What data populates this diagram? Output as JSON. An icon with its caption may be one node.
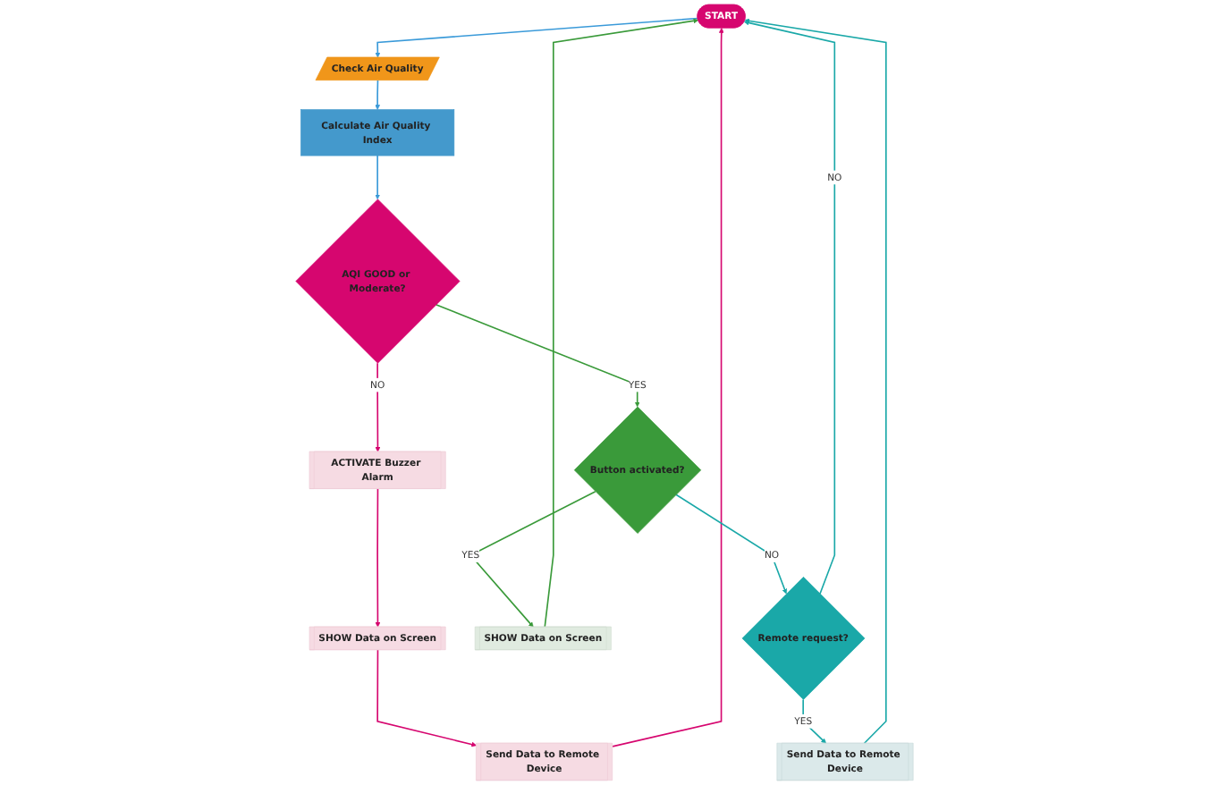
{
  "diagram": {
    "nodes": [
      {
        "text": [
          "START"
        ]
      },
      {
        "text": [
          "Check Air Quality"
        ]
      },
      {
        "text": [
          "Calculate Air Quality Index"
        ]
      },
      {
        "text": [
          "AQI GOOD or Moderate?"
        ]
      },
      {
        "text": [
          "ACTIVATE Buzzer Alarm"
        ]
      },
      {
        "text": [
          "SHOW Data on Screen"
        ]
      },
      {
        "text": [
          "Send Data to Remote Device"
        ]
      },
      {
        "text": [
          "Button activated?"
        ]
      },
      {
        "text": [
          "SHOW Data on Screen"
        ]
      },
      {
        "text": [
          "Remote request?"
        ]
      },
      {
        "text": [
          "Send Data to Remote Device"
        ]
      }
    ],
    "edges": [
      {
        "from": 0,
        "to": 1,
        "arrow": "to",
        "color": "#3a9ad9"
      },
      {
        "from": 1,
        "to": 2,
        "arrow": "to",
        "color": "#3a9ad9"
      },
      {
        "from": 2,
        "to": 3,
        "arrow": "to",
        "color": "#3a9ad9"
      },
      {
        "from": 3,
        "to": 4,
        "arrow": "to",
        "label": "NO",
        "color": "#d6066f"
      },
      {
        "from": 4,
        "to": 5,
        "arrow": "to",
        "color": "#d6066f"
      },
      {
        "from": 5,
        "to": 6,
        "arrow": "to",
        "color": "#d6066f"
      },
      {
        "from": 6,
        "to": 0,
        "arrow": "to",
        "color": "#d6066f"
      },
      {
        "from": 3,
        "to": 7,
        "arrow": "to",
        "label": "YES",
        "color": "#3a9a3a"
      },
      {
        "from": 7,
        "to": 8,
        "arrow": "to",
        "label": "YES",
        "color": "#3a9a3a"
      },
      {
        "from": 8,
        "to": 0,
        "arrow": "to",
        "color": "#3a9a3a"
      },
      {
        "from": 7,
        "to": 9,
        "arrow": "to",
        "label": "NO",
        "color": "#1aa8a8"
      },
      {
        "from": 9,
        "to": 10,
        "arrow": "to",
        "label": "YES",
        "color": "#1aa8a8"
      },
      {
        "from": 10,
        "to": 0,
        "arrow": "to",
        "color": "#1aa8a8"
      },
      {
        "from": 9,
        "to": 0,
        "arrow": "to",
        "label": "NO",
        "color": "#1aa8a8"
      }
    ]
  }
}
